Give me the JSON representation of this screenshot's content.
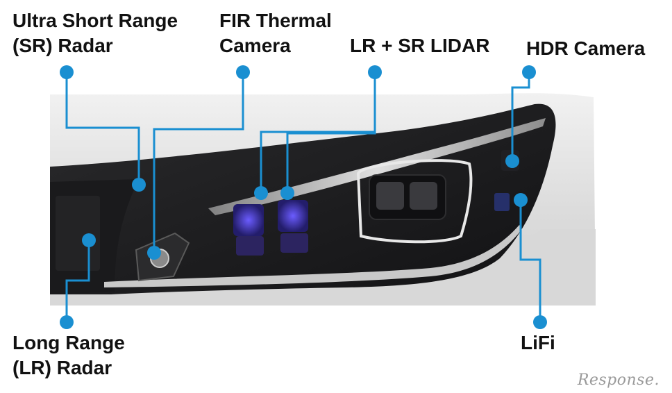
{
  "labels": {
    "sr_radar": {
      "line1": "Ultra Short Range",
      "line2": "(SR) Radar"
    },
    "fir_camera": {
      "line1": "FIR Thermal",
      "line2": "Camera"
    },
    "lidar": {
      "line1": "LR + SR LIDAR"
    },
    "hdr_camera": {
      "line1": "HDR Camera"
    },
    "lr_radar": {
      "line1": "Long Range",
      "line2": "(LR) Radar"
    },
    "lifi": {
      "line1": "LiFi"
    }
  },
  "watermark": "Response.",
  "colors": {
    "callout": "#1a8fd1",
    "text": "#111111",
    "body_panel": "#e6e6e6",
    "dark_housing": "#1c1c1e"
  }
}
